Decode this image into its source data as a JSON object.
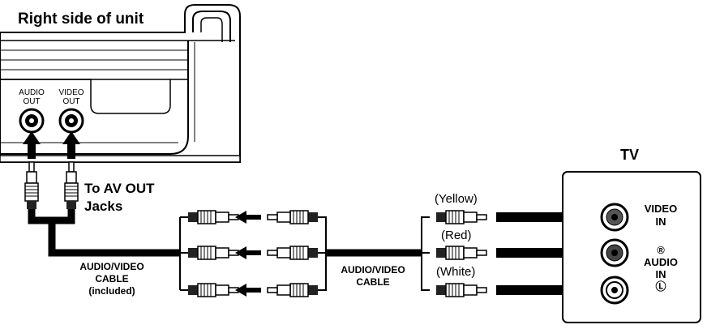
{
  "unit": {
    "title": "Right side of unit",
    "audio_out_line1": "AUDIO",
    "audio_out_line2": "OUT",
    "video_out_line1": "VIDEO",
    "video_out_line2": "OUT"
  },
  "callout": {
    "line1": "To AV OUT",
    "line2": "Jacks"
  },
  "cable_left": {
    "line1": "AUDIO/VIDEO",
    "line2": "CABLE",
    "line3": "(included)"
  },
  "cable_right": {
    "line1": "AUDIO/VIDEO",
    "line2": "CABLE"
  },
  "plug_colors": {
    "yellow": "(Yellow)",
    "red": "(Red)",
    "white": "(White)"
  },
  "tv": {
    "title": "TV",
    "video_in_line1": "VIDEO",
    "video_in_line2": "IN",
    "audio_r": "®",
    "audio_line1": "AUDIO",
    "audio_line2": "IN",
    "audio_l": "Ⓛ"
  }
}
